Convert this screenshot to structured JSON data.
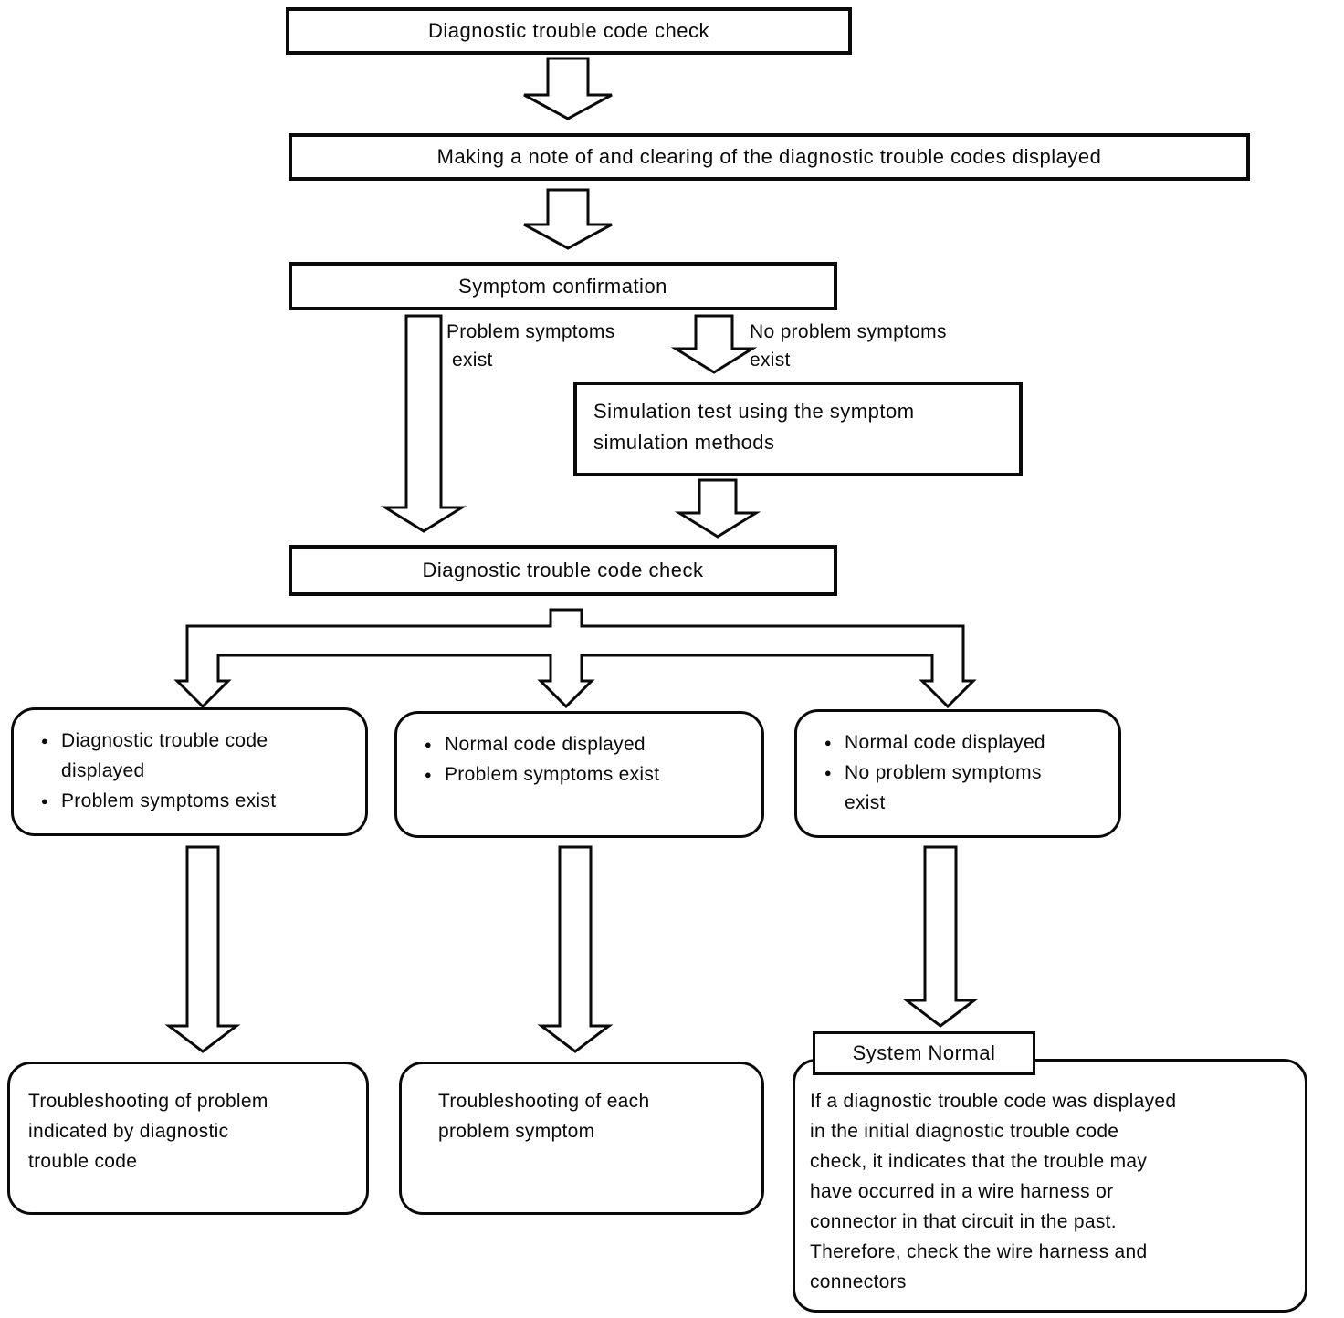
{
  "page": {
    "background": "#ffffff",
    "ink": "#0a0a0a"
  },
  "flow": {
    "step_dtc_check_1": "Diagnostic trouble code check",
    "step_note_clear": "Making a note of and clearing of the diagnostic trouble codes displayed",
    "step_symptom_confirmation": "Symptom confirmation",
    "branch_problem": {
      "lines": [
        "Problem symptoms",
        "exist"
      ]
    },
    "branch_no_problem": {
      "lines": [
        "No problem symptoms",
        "exist"
      ]
    },
    "step_simulation": {
      "lines": [
        "Simulation test using the symptom",
        "simulation methods"
      ]
    },
    "step_dtc_check_2": "Diagnostic trouble code check",
    "outcomes": [
      {
        "items": [
          {
            "lines": [
              "Diagnostic trouble code",
              "displayed"
            ]
          },
          {
            "lines": [
              "Problem symptoms exist"
            ]
          }
        ]
      },
      {
        "items": [
          {
            "lines": [
              "Normal code displayed"
            ]
          },
          {
            "lines": [
              "Problem symptoms exist"
            ]
          }
        ]
      },
      {
        "items": [
          {
            "lines": [
              "Normal code displayed"
            ]
          },
          {
            "lines": [
              "No problem symptoms",
              "exist"
            ]
          }
        ]
      }
    ],
    "results": [
      {
        "lines": [
          "Troubleshooting of problem",
          "indicated by diagnostic",
          "trouble code"
        ]
      },
      {
        "lines": [
          "Troubleshooting of each",
          "problem symptom"
        ]
      },
      {
        "title": "System Normal",
        "lines": [
          "If a diagnostic trouble code was displayed",
          "in the initial diagnostic trouble code",
          "check, it indicates that the trouble may",
          "have occurred in a wire harness or",
          "connector in that circuit in the past.",
          "Therefore, check the wire harness and",
          "connectors"
        ]
      }
    ]
  }
}
